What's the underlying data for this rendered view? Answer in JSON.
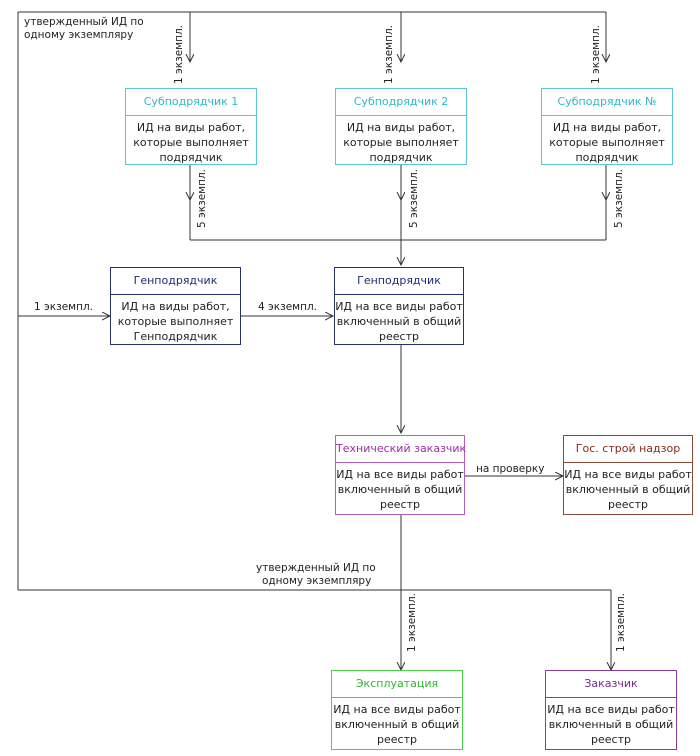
{
  "boxes": {
    "sub1": {
      "title": "Субподрядчик 1",
      "body": "ИД на виды работ,\nкоторые выполняет\nподрядчик"
    },
    "sub2": {
      "title": "Субподрядчик 2",
      "body": "ИД на виды работ,\nкоторые выполняет\nподрядчик"
    },
    "subN": {
      "title": "Субподрядчик №",
      "body": "ИД на виды работ,\nкоторые выполняет\nподрядчик"
    },
    "gen_left": {
      "title": "Генподрядчик",
      "body": "ИД на виды работ,\nкоторые выполняет\nГенподрядчик"
    },
    "gen_right": {
      "title": "Генподрядчик",
      "body": "ИД на все виды работ\nвключенный в общий\nреестр"
    },
    "tech": {
      "title": "Технический заказчик",
      "body": "ИД на все виды работ\nвключенный в общий\nреестр"
    },
    "gos": {
      "title": "Гос. строй надзор",
      "body": "ИД на все виды работ\nвключенный в общий\nреестр"
    },
    "exploit": {
      "title": "Эксплуатация",
      "body": "ИД на все виды работ\nвключенный в общий\nреестр"
    },
    "customer": {
      "title": "Заказчик",
      "body": "ИД на все виды работ\nвключенный в общий\nреестр"
    }
  },
  "labels": {
    "approved_top_1": "утвержденный ИД по",
    "approved_top_2": "одному экземпляру",
    "approved_bottom_1": "утвержденный ИД по",
    "approved_bottom_2": "одному экземпляру",
    "one_copy_left": "1 экземпл.",
    "four_copies": "4 экземпл.",
    "for_check": "на проверку",
    "one_copy_v": "1 экземпл.",
    "five_copies_v": "5 экземпл."
  }
}
